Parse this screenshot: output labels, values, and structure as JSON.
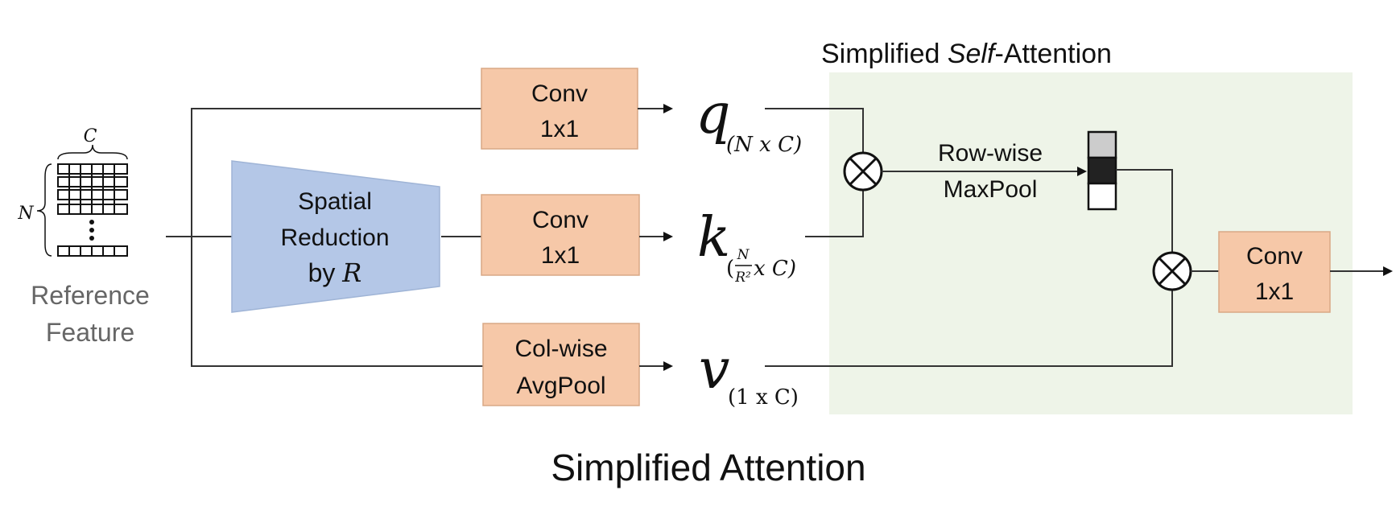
{
  "diagram": {
    "title": "Simplified Attention",
    "self_attention_title_prefix": "Simplified ",
    "self_attention_title_italic": "Self",
    "self_attention_title_suffix": "-Attention",
    "input": {
      "label_line1": "Reference",
      "label_line2": "Feature",
      "dim_c": "C",
      "dim_n": "N"
    },
    "spatial_reduction": {
      "line1": "Spatial",
      "line2": "Reduction",
      "line3_prefix": "by ",
      "line3_var": "R"
    },
    "conv_q": {
      "line1": "Conv",
      "line2": "1x1"
    },
    "conv_k": {
      "line1": "Conv",
      "line2": "1x1"
    },
    "avgpool": {
      "line1": "Col-wise",
      "line2": "AvgPool"
    },
    "conv_out": {
      "line1": "Conv",
      "line2": "1x1"
    },
    "q": {
      "symbol": "q",
      "dims": "(N x C)"
    },
    "k": {
      "symbol": "k",
      "dim_open": "(",
      "frac_num": "N",
      "frac_den": "R²",
      "dim_rest": " x C)"
    },
    "v": {
      "symbol": "v",
      "dims": "(1 x C)"
    },
    "maxpool": {
      "line1": "Row-wise",
      "line2": "MaxPool"
    },
    "multiply_symbol": "⊗",
    "colors": {
      "conv_box": "#f6c8a8",
      "spatial_reduction": "#b4c7e7",
      "self_attention_bg": "#eef4e8"
    }
  }
}
